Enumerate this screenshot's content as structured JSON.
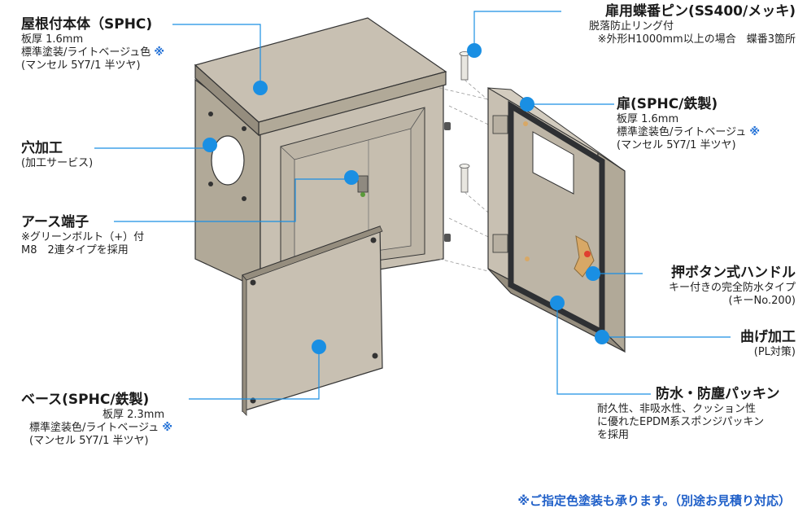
{
  "mark": "※",
  "labels": {
    "roof": {
      "title": "屋根付本体（SPHC)",
      "lines": [
        "板厚 1.6mm",
        "標準塗装/ライトベージュ色",
        "(マンセル 5Y7/1 半ツヤ)"
      ]
    },
    "hole": {
      "title": "穴加工",
      "lines": [
        "(加工サービス)"
      ]
    },
    "earth": {
      "title": "アース端子",
      "lines": [
        "※グリーンボルト（+）付",
        "M8　2連タイプを採用"
      ]
    },
    "base": {
      "title": "ベース(SPHC/鉄製)",
      "lines": [
        "板厚 2.3mm",
        "標準塗装色/ライトベージュ",
        "(マンセル 5Y7/1 半ツヤ)"
      ]
    },
    "pin": {
      "title": "扉用蝶番ピン(SS400/メッキ)",
      "lines": [
        "脱落防止リング付",
        "※外形H1000mm以上の場合　蝶番3箇所"
      ]
    },
    "door": {
      "title": "扉(SPHC/鉄製)",
      "lines": [
        "板厚 1.6mm",
        "標準塗装色/ライトベージュ",
        "(マンセル 5Y7/1 半ツヤ)"
      ]
    },
    "handle": {
      "title": "押ボタン式ハンドル",
      "lines": [
        "キー付きの完全防水タイプ",
        "(キーNo.200)"
      ]
    },
    "bend": {
      "title": "曲げ加工",
      "lines": [
        "(PL対策)"
      ]
    },
    "packing": {
      "title": "防水・防塵パッキン",
      "lines": [
        "耐久性、非吸水性、クッション性",
        "に優れたEPDM系スポンジパッキン",
        "を採用"
      ]
    }
  },
  "footer": "※ご指定色塗装も承ります。（別途お見積り対応）",
  "colors": {
    "body": "#c8c0b2",
    "shade": "#b1a998",
    "dark": "#958d7e",
    "inner": "#bdb5a6",
    "dot": "#1a8fe3",
    "line": "#1a8fe3",
    "gasket": "#2e3033",
    "brass": "#d8a866",
    "window": "#ffffff"
  }
}
